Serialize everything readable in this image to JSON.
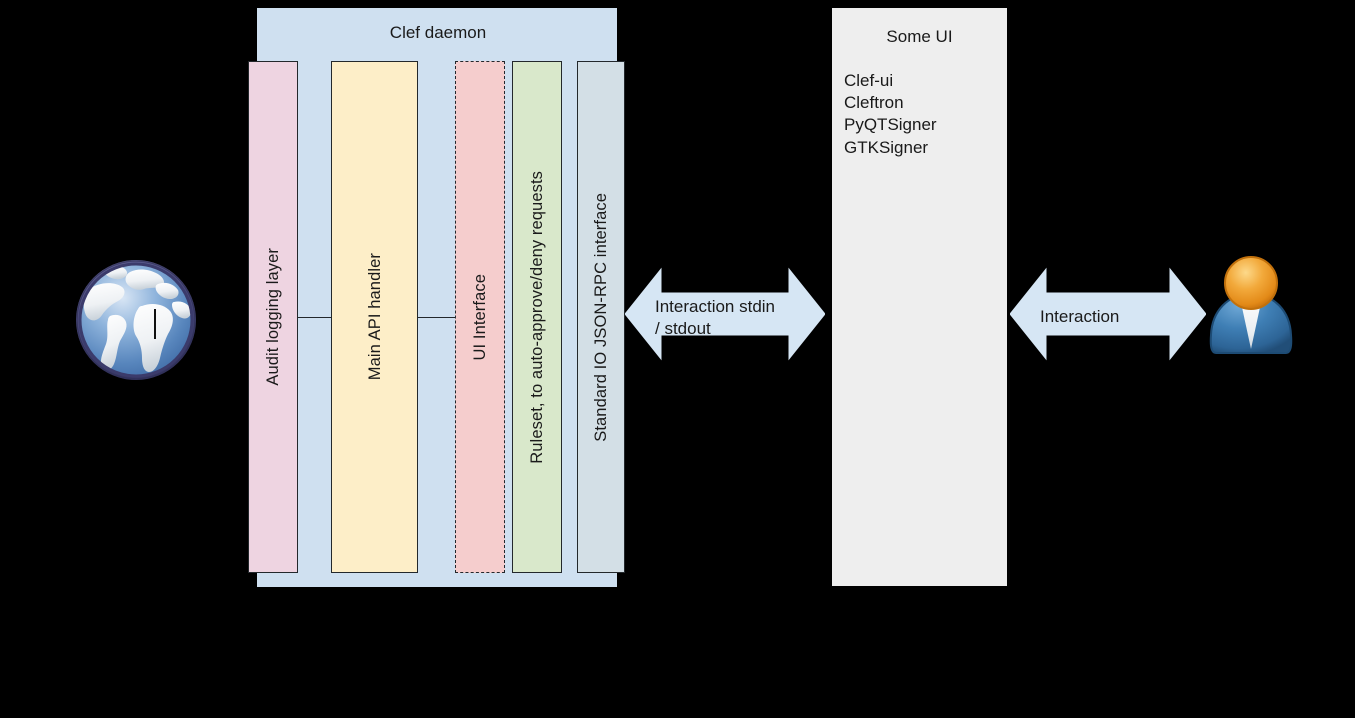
{
  "diagram": {
    "title_visible": false,
    "background_color": "#000000",
    "clef_daemon": {
      "title": "Clef daemon",
      "fill": "#cfe0f0",
      "lanes": [
        {
          "id": "audit",
          "label": "Audit logging layer",
          "fill": "#eed4e1",
          "border": "solid"
        },
        {
          "id": "api",
          "label": "Main API handler",
          "fill": "#fdeec8",
          "border": "solid"
        },
        {
          "id": "ui",
          "label": "UI Interface",
          "fill": "#f5cdcd",
          "border": "dashed"
        },
        {
          "id": "ruleset",
          "label": "Ruleset, to auto-approve/deny requests",
          "fill": "#d9e8cb",
          "border": "solid"
        },
        {
          "id": "jsonrpc",
          "label": "Standard IO JSON-RPC interface",
          "fill": "#d3dfe6",
          "border": "solid"
        }
      ]
    },
    "some_ui": {
      "title": "Some UI",
      "fill": "#eeeeee",
      "items": [
        "Clef-ui",
        "Cleftron",
        "PyQTSigner",
        "GTKSigner"
      ]
    },
    "arrows": [
      {
        "id": "stdio",
        "label": "Interaction stdin\n/ stdout",
        "fill": "#d6e6f4",
        "direction": "both"
      },
      {
        "id": "interaction",
        "label": "Interaction",
        "fill": "#d6e6f4",
        "direction": "both"
      }
    ],
    "icons": [
      {
        "id": "globe-icon",
        "name": "globe-icon",
        "alt": "internet globe"
      },
      {
        "id": "user-icon",
        "name": "user-icon",
        "alt": "user person"
      }
    ]
  }
}
